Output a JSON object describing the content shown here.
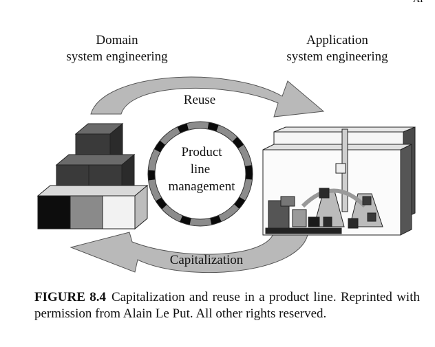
{
  "headings": {
    "domain_line1": "Domain",
    "domain_line2": "system engineering",
    "application_line1": "Application",
    "application_line2": "system engineering"
  },
  "corner_text": "AP",
  "arrows": {
    "top_label": "Reuse",
    "bottom_label": "Capitalization"
  },
  "ring": {
    "line1": "Product",
    "line2": "line",
    "line3": "management"
  },
  "caption": {
    "figure_label": "FIGURE 8.4",
    "text": "Capitalization and reuse in a product line. Reprinted with permission from Alain Le Put. All other rights reserved."
  },
  "colors": {
    "arrow_fill": "#b9b9b9",
    "cube_dark": "#3a3a3a",
    "cube_black": "#0d0d0d",
    "cube_mid": "#8a8a8a",
    "cube_light": "#f2f2f2",
    "ring_gray": "#8c8c8c",
    "ring_black": "#0a0a0a"
  }
}
